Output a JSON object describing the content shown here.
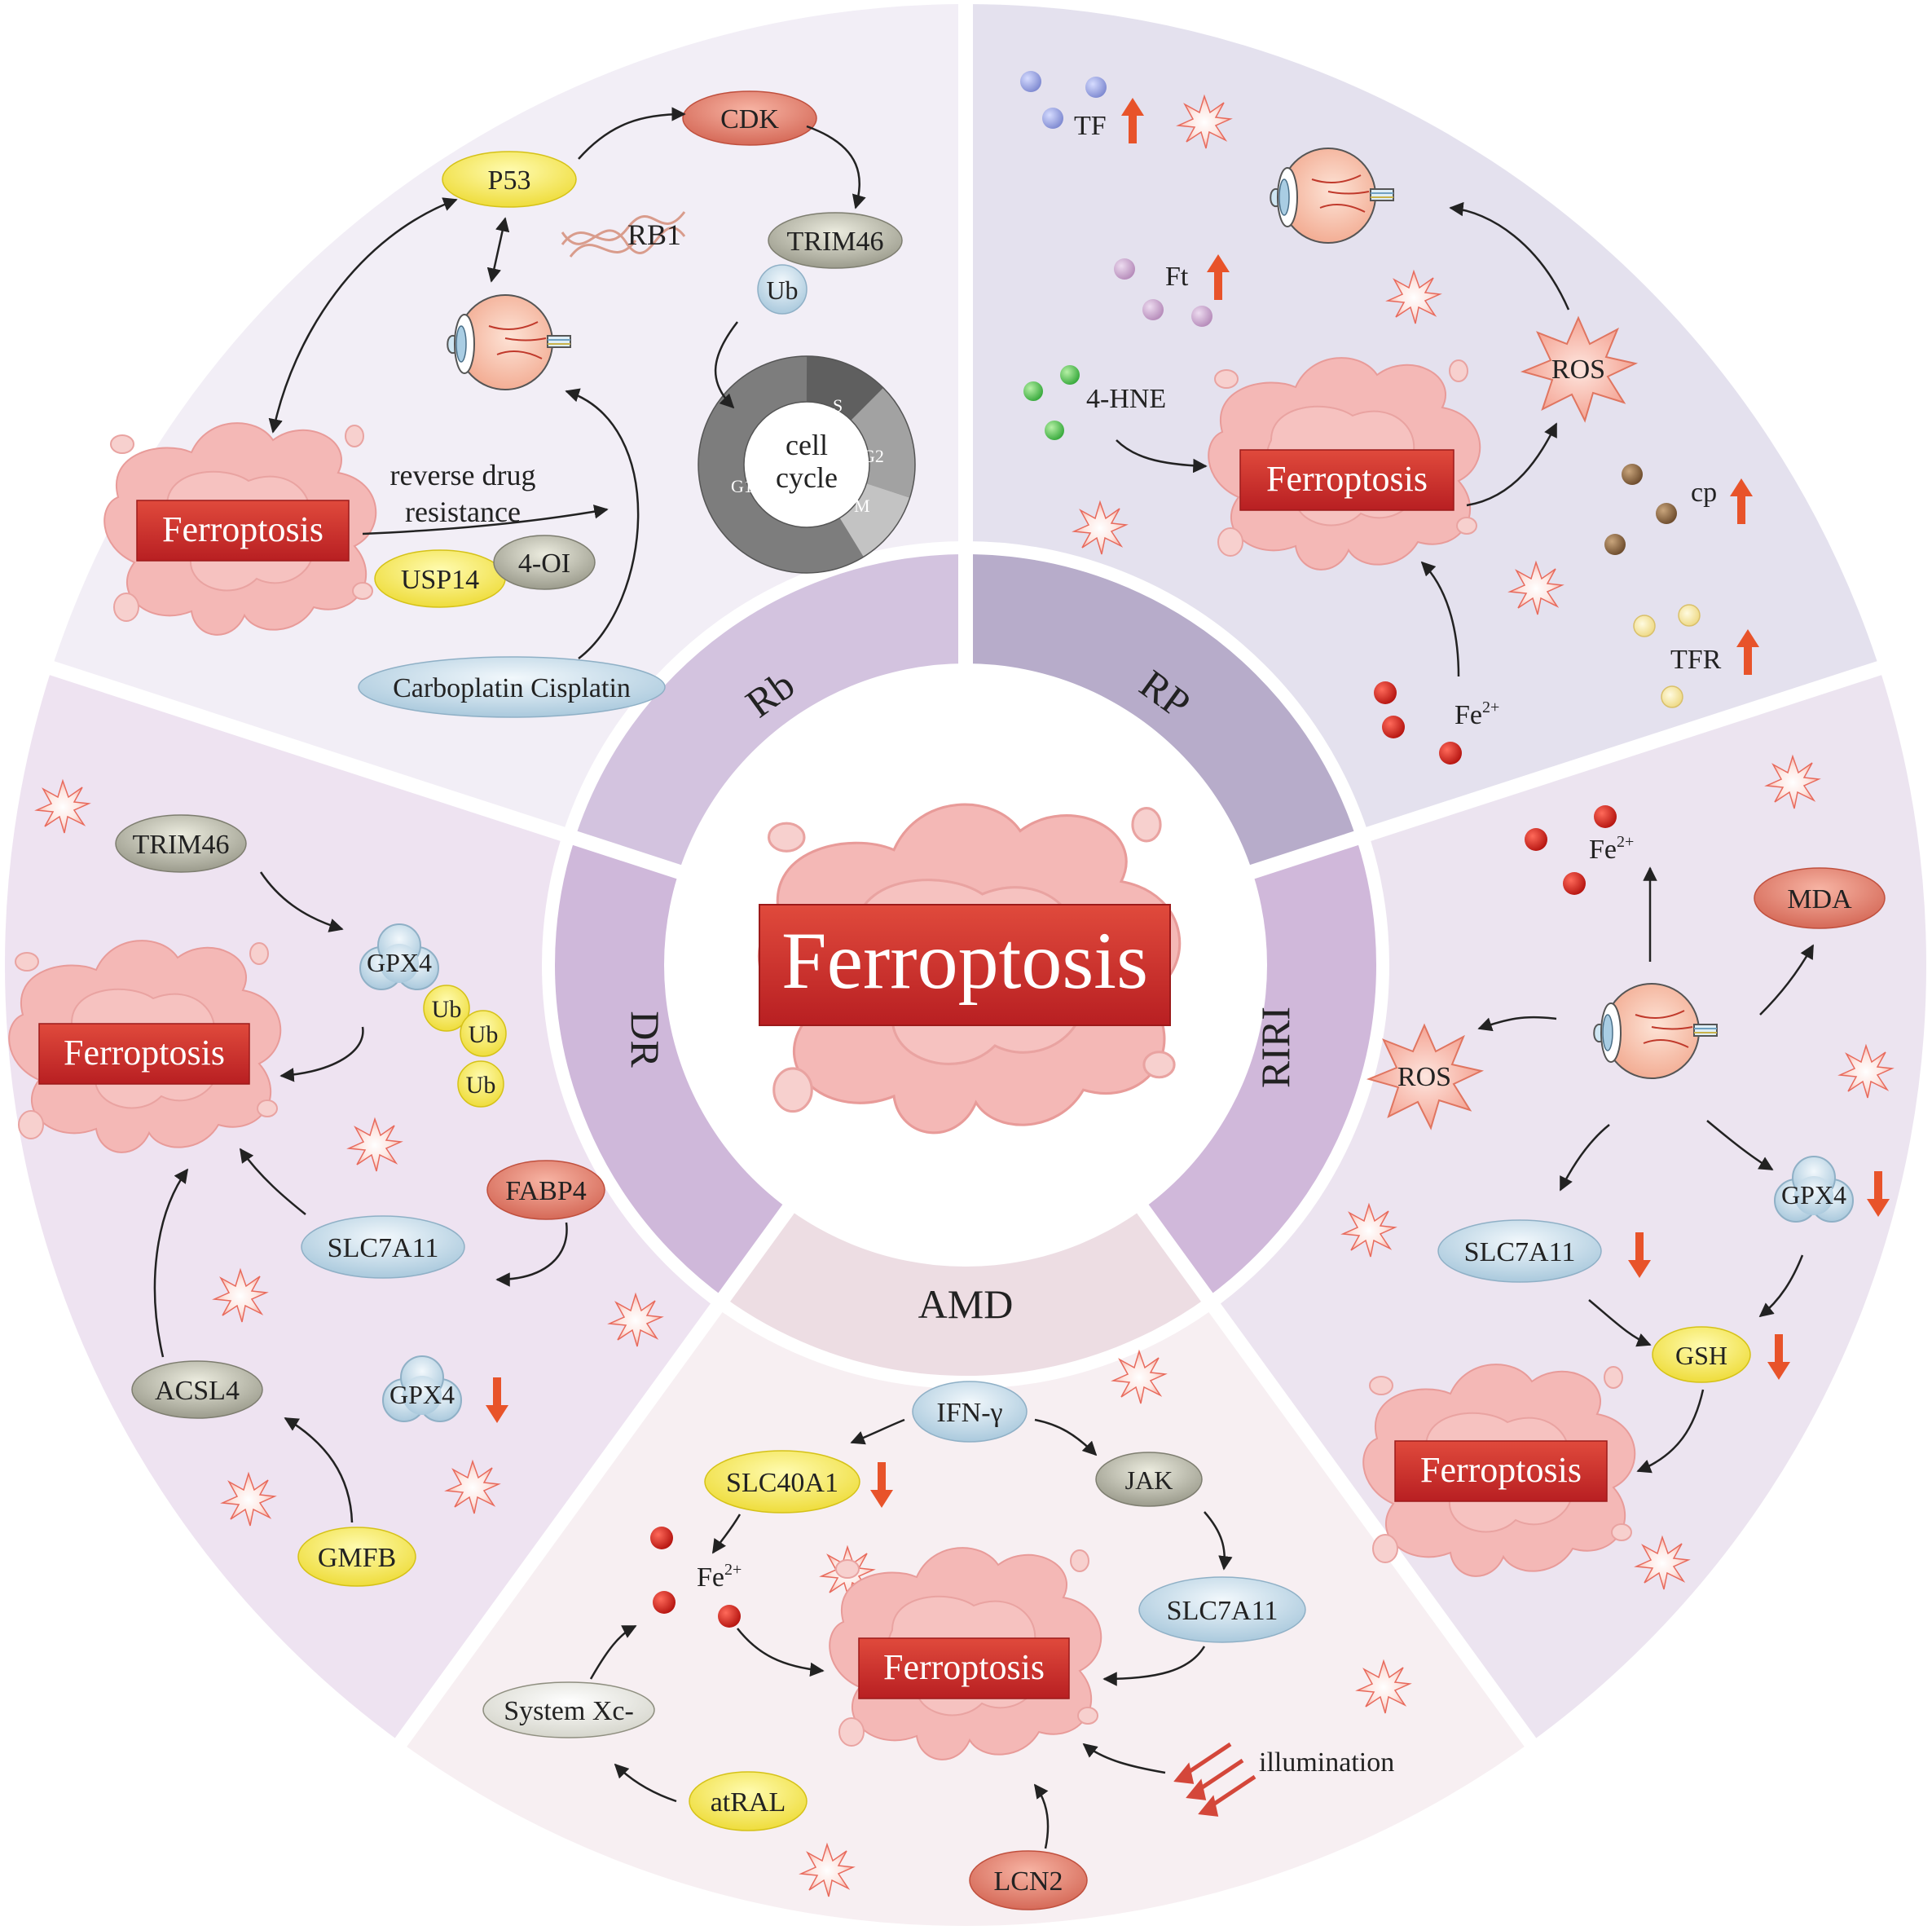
{
  "center": {
    "title": "Ferroptosis"
  },
  "ring": {
    "rb": "Rb",
    "rp": "RP",
    "riri": "RIRI",
    "amd": "AMD",
    "dr": "DR"
  },
  "rb": {
    "p53": "P53",
    "rb1": "RB1",
    "cdk": "CDK",
    "trim46": "TRIM46",
    "ub": "Ub",
    "cycle_label_1": "cell",
    "cycle_label_2": "cycle",
    "phase_s": "S",
    "phase_g2": "G2",
    "phase_m": "M",
    "phase_g1": "G1",
    "drug_note_1": "reverse drug",
    "drug_note_2": "resistance",
    "usp14": "USP14",
    "oi4": "4-OI",
    "carboplatin": "Carboplatin Cisplatin",
    "ferroptosis": "Ferroptosis"
  },
  "rp": {
    "tf": "TF",
    "ft": "Ft",
    "hne": "4-HNE",
    "ros": "ROS",
    "cp": "cp",
    "tfr": "TFR",
    "fe": "Fe",
    "fe_sup": "2+",
    "ferroptosis": "Ferroptosis"
  },
  "riri": {
    "fe": "Fe",
    "fe_sup": "2+",
    "mda": "MDA",
    "ros": "ROS",
    "slc7a11": "SLC7A11",
    "gpx4": "GPX4",
    "gsh": "GSH",
    "ferroptosis": "Ferroptosis"
  },
  "amd": {
    "ifn": "IFN-γ",
    "slc40a1": "SLC40A1",
    "jak": "JAK",
    "fe": "Fe",
    "fe_sup": "2+",
    "slc7a11": "SLC7A11",
    "systemxc": "System Xc-",
    "atral": "atRAL",
    "illumination": "illumination",
    "lcn2": "LCN2",
    "ferroptosis": "Ferroptosis"
  },
  "dr": {
    "trim46": "TRIM46",
    "gpx4_top": "GPX4",
    "ub1": "Ub",
    "ub2": "Ub",
    "ub3": "Ub",
    "fabp4": "FABP4",
    "slc7a11": "SLC7A11",
    "acsl4": "ACSL4",
    "gpx4_bottom": "GPX4",
    "gmfb": "GMFB",
    "ferroptosis": "Ferroptosis"
  },
  "colors": {
    "rb_bg": "#f2eef6",
    "rp_bg": "#e4e1ee",
    "riri_bg": "#ece4f0",
    "amd_bg": "#f7eff2",
    "dr_bg": "#eee3f1",
    "ring_rb": "#d3c3df",
    "ring_rp": "#b7acca",
    "ring_riri": "#d0b8da",
    "ring_amd": "#eddde3",
    "ring_dr": "#cfb8da",
    "ferroptosis_box": "#cc2a2a",
    "up_down_arrow": "#e8532a",
    "cell": "#f4b5b5"
  }
}
